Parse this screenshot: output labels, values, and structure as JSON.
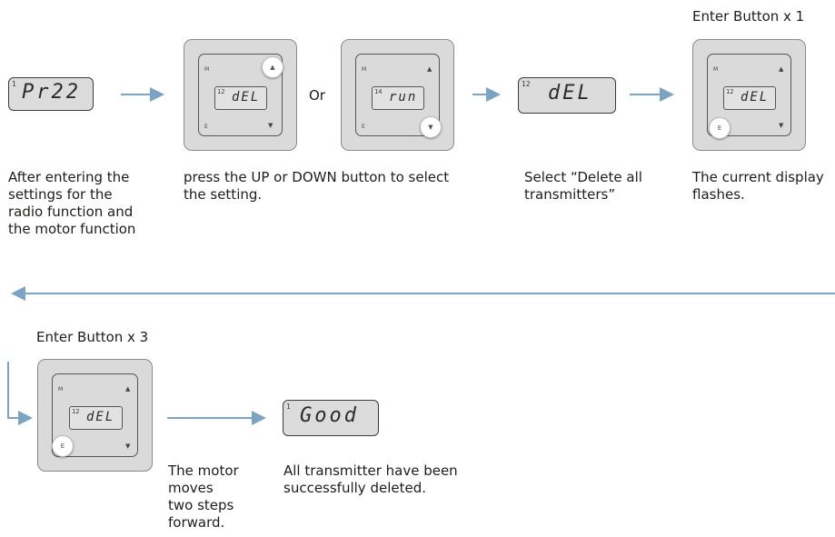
{
  "labels": {
    "enter_x1": "Enter Button x 1",
    "enter_x3": "Enter Button x 3",
    "or": "Or"
  },
  "displays": {
    "pr22": {
      "sup": "1",
      "text": "Pr22"
    },
    "del": {
      "sup": "12",
      "text": "dEL"
    },
    "run": {
      "sup": "14",
      "text": "run"
    },
    "good": {
      "sup": "1",
      "text": "Good"
    }
  },
  "device": {
    "m": "M",
    "e": "E",
    "up": "▲",
    "down": "▼"
  },
  "captions": {
    "c1": "After entering the\nsettings for the\nradio function and\nthe motor function",
    "c2": "press the UP or DOWN button to select\nthe setting.",
    "c3": "Select “Delete all\ntransmitters”",
    "c4": "The current display\nflashes.",
    "c5": "The motor\nmoves\ntwo steps\nforward.",
    "c6": "All transmitter have been\nsuccessfully deleted."
  },
  "colors": {
    "arrow": "#7aa3c4",
    "lcd_bg": "#dcdcdc",
    "device_bg": "#dadada"
  }
}
